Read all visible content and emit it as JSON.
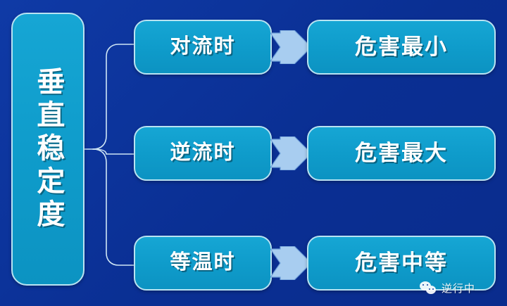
{
  "colors": {
    "background": "#0c3399",
    "node_fill": "#11a0cf",
    "node_border": "#b9e3f2",
    "arrow_fill": "#a8cdf0",
    "arrow_border": "#6e9fd8",
    "text": "#ffffff"
  },
  "root": {
    "label": "垂直稳定度"
  },
  "rows": [
    {
      "condition": "对流时",
      "arrow": "chevron-right-icon",
      "result": "危害最小"
    },
    {
      "condition": "逆流时",
      "arrow": "chevron-right-icon",
      "result": "危害最大"
    },
    {
      "condition": "等温时",
      "arrow": "chevron-right-icon",
      "result": "危害中等"
    }
  ],
  "watermark": {
    "icon": "wechat-icon",
    "label": "逆行中"
  }
}
